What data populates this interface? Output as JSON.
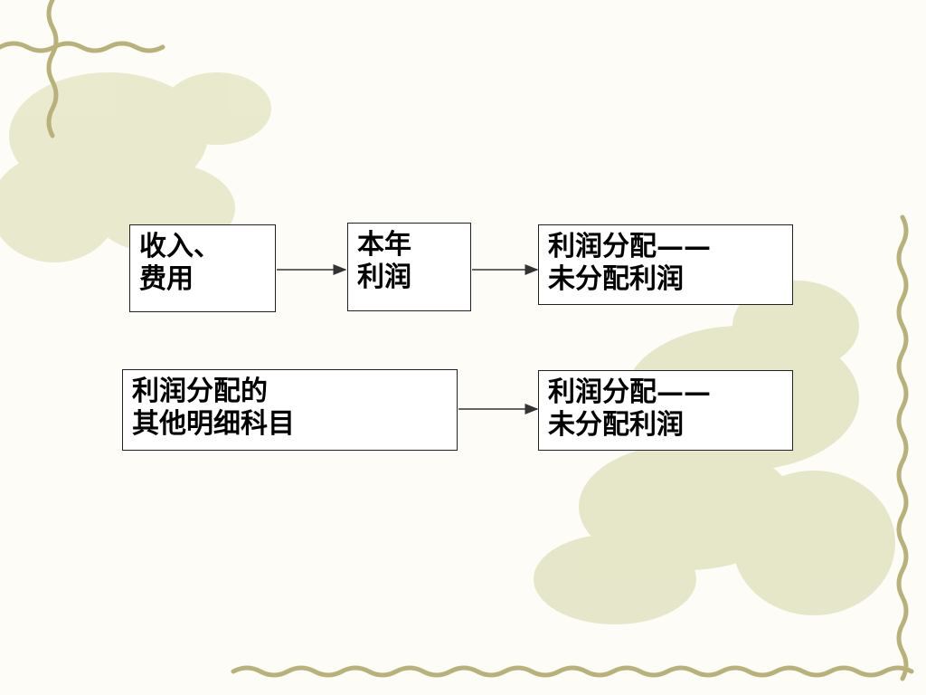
{
  "boxes": {
    "income_expense": {
      "line1": "收入、",
      "line2": "费用"
    },
    "current_profit": {
      "line1": "本年",
      "line2": "利润"
    },
    "undistributed_1": {
      "line1": "利润分配——",
      "line2": "未分配利润"
    },
    "other_detail": {
      "line1": "利润分配的",
      "line2": "其他明细科目"
    },
    "undistributed_2": {
      "line1": "利润分配——",
      "line2": "未分配利润"
    }
  },
  "colors": {
    "box_border": "#222222",
    "arrow": "#333333",
    "decor_vine": "#b8b27a",
    "decor_blossom": "#e4e4c6"
  }
}
